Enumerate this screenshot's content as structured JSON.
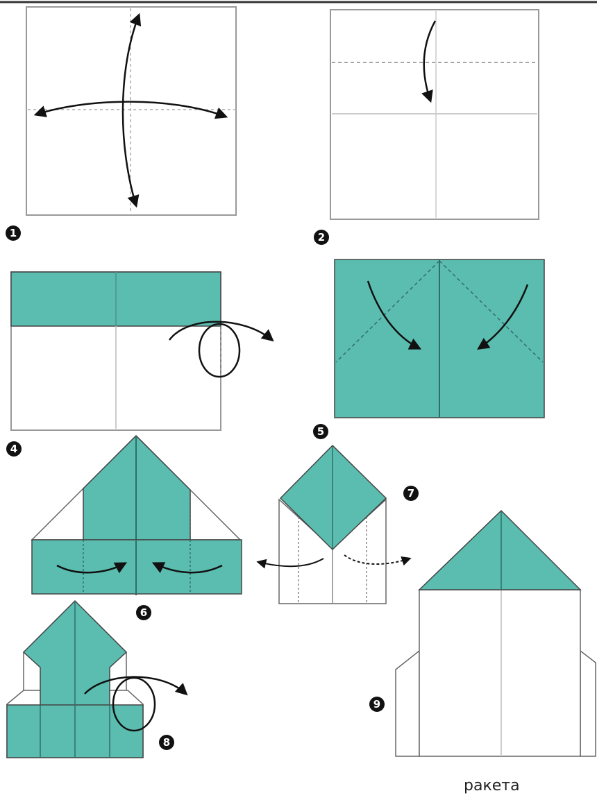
{
  "colors": {
    "paper": "#ffffff",
    "teal": "#5bbdb0",
    "line": "#444444",
    "fold_line": "#888888",
    "arrow": "#111111",
    "badge": "#111111"
  },
  "steps": [
    {
      "number": "1"
    },
    {
      "number": "2"
    },
    {
      "number": "4"
    },
    {
      "number": "5"
    },
    {
      "number": "6"
    },
    {
      "number": "7"
    },
    {
      "number": "8"
    },
    {
      "number": "9"
    }
  ],
  "caption": "ракета"
}
